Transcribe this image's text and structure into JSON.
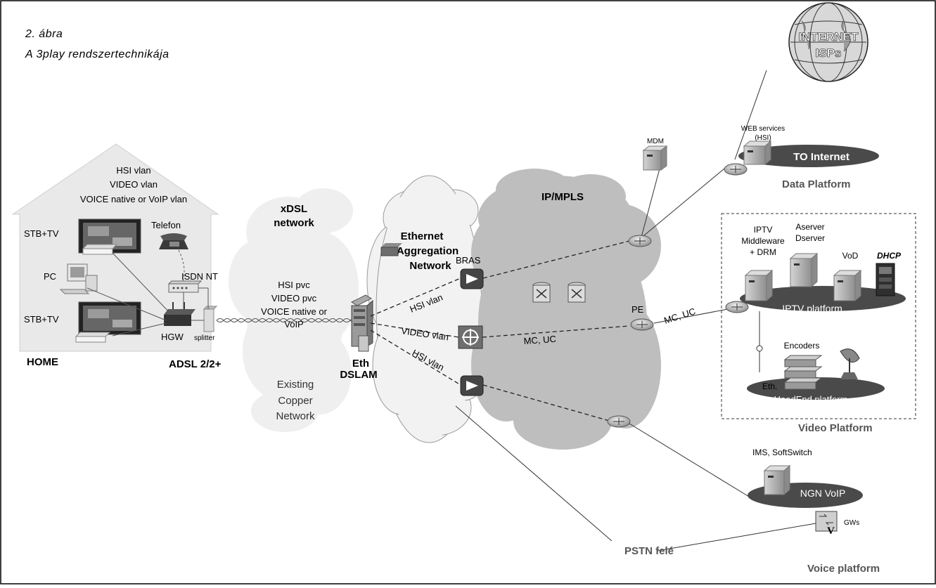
{
  "caption": {
    "line1": "2. ábra",
    "line2": "A 3play rendszertechnikája"
  },
  "home": {
    "vlan_line1": "HSI vlan",
    "vlan_line2": "VIDEO vlan",
    "vlan_line3": "VOICE native or VoIP vlan",
    "stb_tv_top": "STB+TV",
    "telefon": "Telefon",
    "pc": "PC",
    "isdn_nt": "ISDN NT",
    "stb_tv_bottom": "STB+TV",
    "hgw": "HGW",
    "splitter": "splitter",
    "home_label": "HOME",
    "adsl": "ADSL 2/2+"
  },
  "xdsl": {
    "title_line1": "xDSL",
    "title_line2": "network",
    "pvc_line1": "HSI pvc",
    "pvc_line2": "VIDEO pvc",
    "pvc_line3": "VOICE native or",
    "pvc_line4": "VoIP",
    "copper_line1": "Existing",
    "copper_line2": "Copper",
    "copper_line3": "Network"
  },
  "aggregation": {
    "title_line1": "Ethernet",
    "title_line2": "Aggregation",
    "title_line3": "Network",
    "bras": "BRAS",
    "dslam_line1": "Eth",
    "dslam_line2": "DSLAM",
    "hsi_vlan_top": "HSI vlan",
    "video_vlan": "VIDEO vlan",
    "hsi_vlan_bottom": "HSI vlan"
  },
  "core": {
    "title": "IP/MPLS",
    "mc_uc_inner": "MC, UC",
    "pe": "PE",
    "mc_uc_outer": "MC, UC"
  },
  "data_platform": {
    "internet_line1": "INTERNET",
    "internet_line2": "ISPs",
    "mdm": "MDM",
    "web_line1": "WEB services",
    "web_line2": "(HSI)",
    "to_internet": "TO Internet",
    "title": "Data Platform"
  },
  "video_platform": {
    "iptv_mw_line1": "IPTV",
    "iptv_mw_line2": "Middleware",
    "iptv_mw_line3": "+ DRM",
    "aserver": "Aserver",
    "dserver": "Dserver",
    "vod": "VoD",
    "dhcp": "DHCP",
    "iptv_platform": "IPTV platform",
    "encoders": "Encoders",
    "eth": "Eth.",
    "headend": "HeadEnd platform",
    "title": "Video Platform"
  },
  "voice_platform": {
    "ims": "IMS, SoftSwitch",
    "ngn_voip": "NGN VoIP",
    "gws": "GWs",
    "pstn": "PSTN felé",
    "title": "Voice platform"
  },
  "colors": {
    "cloud_light": "#eeeeee",
    "cloud_dark": "#bdbdbd",
    "platform": "#4a4a4a",
    "server": "#b8b8b8"
  }
}
